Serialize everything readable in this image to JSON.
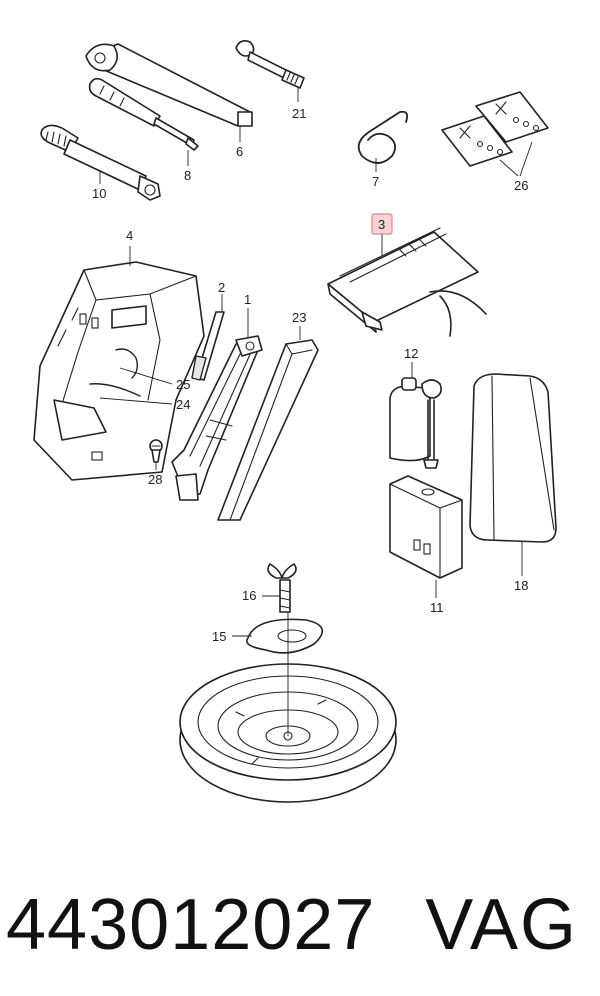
{
  "footer": {
    "part_number": "443012027",
    "brand": "VAG"
  },
  "callouts": {
    "c1": "1",
    "c2": "2",
    "c3": "3",
    "c4": "4",
    "c6": "6",
    "c7": "7",
    "c8": "8",
    "c10": "10",
    "c11": "11",
    "c12": "12",
    "c15": "15",
    "c16": "16",
    "c18": "18",
    "c21": "21",
    "c23": "23",
    "c24": "24",
    "c25": "25",
    "c26": "26",
    "c28": "28"
  },
  "colors": {
    "highlight_fill": "#f6d3d6",
    "highlight_stroke": "#d48a93",
    "line": "#222222"
  }
}
